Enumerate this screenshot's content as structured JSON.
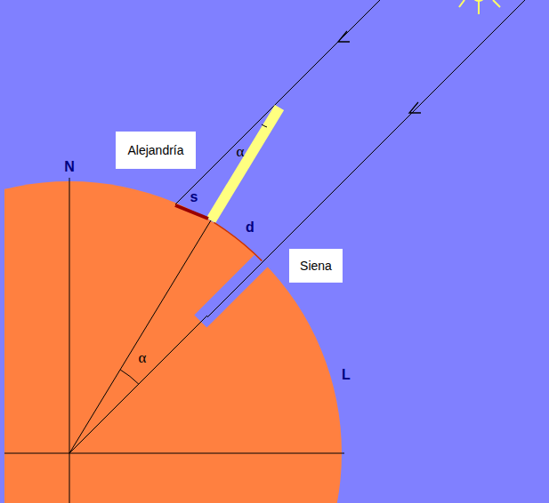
{
  "diagram": {
    "nodes": [
      {
        "text": [
          "Alejandría"
        ]
      },
      {
        "text": [
          "Siena"
        ]
      }
    ],
    "labels": [
      "α",
      "N",
      "s",
      "d",
      "α",
      "L"
    ]
  }
}
